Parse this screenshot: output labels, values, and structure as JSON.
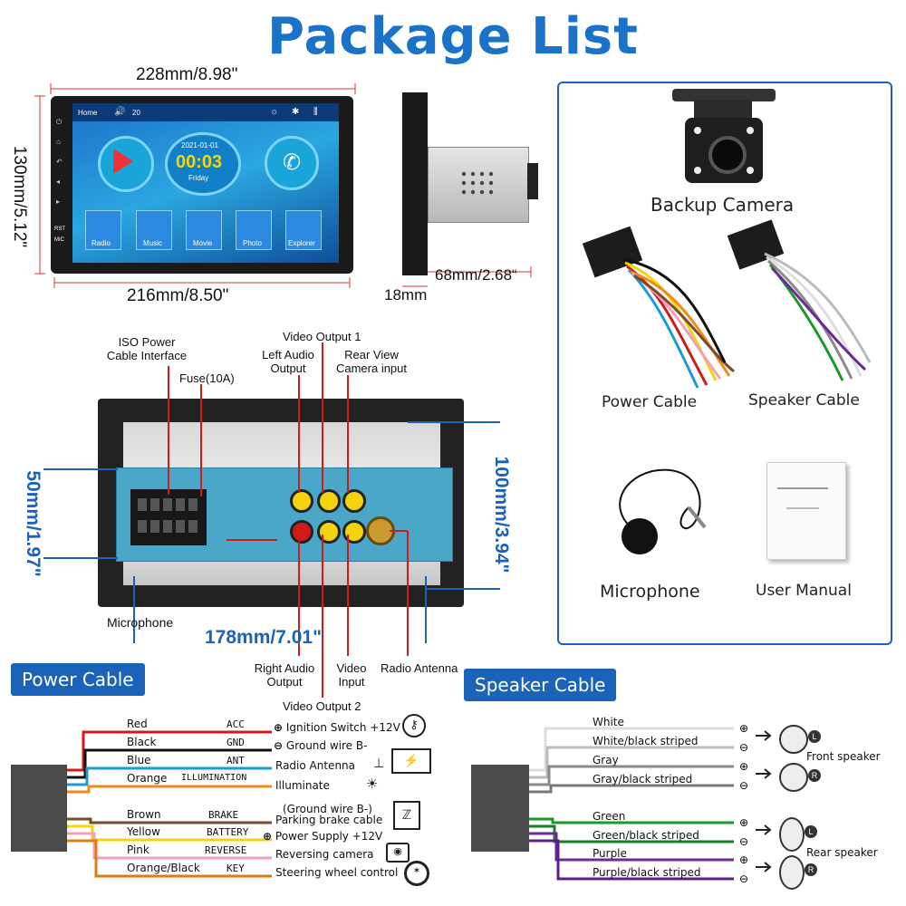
{
  "title": "Package List",
  "dimensions": {
    "top_width": "228mm/8.98\"",
    "left_height": "130mm/5.12\"",
    "bottom_width": "216mm/8.50\"",
    "depth": "68mm/2.68“",
    "thickness": "18mm",
    "back_height": "100mm/3.94\"",
    "back_width": "178mm/7.01\"",
    "back_left_height": "50mm/1.97\""
  },
  "screen": {
    "home": "Home",
    "volume": "20",
    "date": "2021-01-01",
    "time": "00:03",
    "day": "Friday",
    "apps": [
      "Radio",
      "Music",
      "Movie",
      "Photo",
      "Explorer"
    ],
    "side_labels": [
      "RST",
      "MIC"
    ]
  },
  "back_labels": {
    "iso_power": "ISO Power\nCable Interface",
    "fuse": "Fuse(10A)",
    "left_audio": "Left Audio\nOutput",
    "video_output_1": "Video Output 1",
    "rear_view": "Rear View\nCamera input",
    "microphone": "Microphone",
    "right_audio": "Right Audio\nOutput",
    "video_input": "Video\nInput",
    "radio_antenna": "Radio Antenna",
    "video_output_2": "Video Output 2"
  },
  "package_items": {
    "backup_camera": "Backup Camera",
    "power_cable": "Power Cable",
    "speaker_cable": "Speaker Cable",
    "microphone": "Microphone",
    "user_manual": "User Manual"
  },
  "power_cable": {
    "heading": "Power Cable",
    "wires": [
      {
        "color_name": "Red",
        "code": "ACC",
        "hex": "#d11a1a"
      },
      {
        "color_name": "Black",
        "code": "GND",
        "hex": "#111111"
      },
      {
        "color_name": "Blue",
        "code": "ANT",
        "hex": "#1a9bd8"
      },
      {
        "color_name": "Orange",
        "code": "ILLUMINATION",
        "hex": "#f08a1c"
      },
      {
        "color_name": "Brown",
        "code": "BRAKE",
        "hex": "#7a4a2a"
      },
      {
        "color_name": "Yellow",
        "code": "BATTERY",
        "hex": "#f2d40c"
      },
      {
        "color_name": "Pink",
        "code": "REVERSE",
        "hex": "#f2a1b8"
      },
      {
        "color_name": "Orange/Black",
        "code": "KEY",
        "hex": "#e07a14"
      }
    ],
    "functions": [
      "Ignition Switch +12V",
      "Ground wire B-",
      "Radio Antenna",
      "Illuminate",
      "(Ground wire B-)",
      "Parking brake cable",
      "Power Supply +12V",
      "Reversing camera",
      "Steering wheel control"
    ]
  },
  "speaker_cable": {
    "heading": "Speaker Cable",
    "wires": [
      {
        "name": "White",
        "hex": "#dddddd"
      },
      {
        "name": "White/black striped",
        "hex": "#bbbbbb"
      },
      {
        "name": "Gray",
        "hex": "#8a8a8a"
      },
      {
        "name": "Gray/black striped",
        "hex": "#777777"
      },
      {
        "name": "Green",
        "hex": "#1a9a2a"
      },
      {
        "name": "Green/black striped",
        "hex": "#158022"
      },
      {
        "name": "Purple",
        "hex": "#6a2a9a"
      },
      {
        "name": "Purple/black striped",
        "hex": "#5a1f88"
      }
    ],
    "front_speaker": "Front speaker",
    "rear_speaker": "Rear speaker",
    "letters": [
      "L",
      "R",
      "L",
      "R"
    ]
  }
}
